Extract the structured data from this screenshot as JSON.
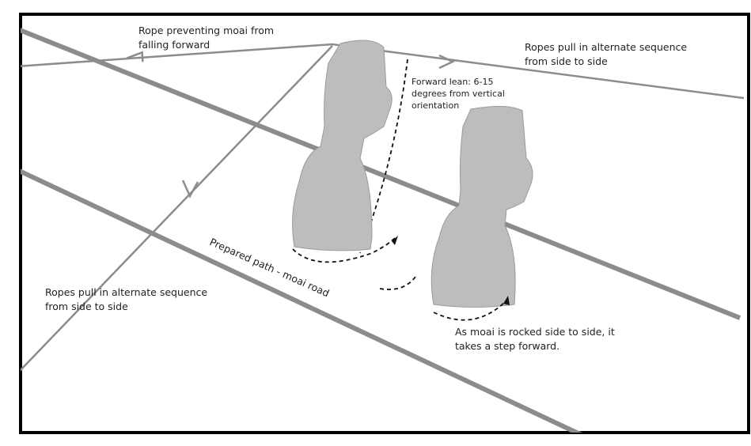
{
  "labels": {
    "rope_forward": [
      "Rope preventing moai from",
      "falling forward"
    ],
    "ropes_right": [
      "Ropes pull in alternate sequence",
      "from side to side"
    ],
    "forward_lean": [
      "Forward lean: 6-15",
      "degrees from vertical",
      "orientation"
    ],
    "road": "Prepared path - moai road",
    "ropes_left": [
      "Ropes pull in alternate sequence",
      "from side to side"
    ],
    "step": [
      "As moai is rocked side to side, it",
      "takes a step forward."
    ]
  },
  "colors": {
    "frame": "#000000",
    "rope": "#8c8c8c",
    "statue": "#bdbdbd",
    "statue_shade": "#9a9a9a"
  }
}
